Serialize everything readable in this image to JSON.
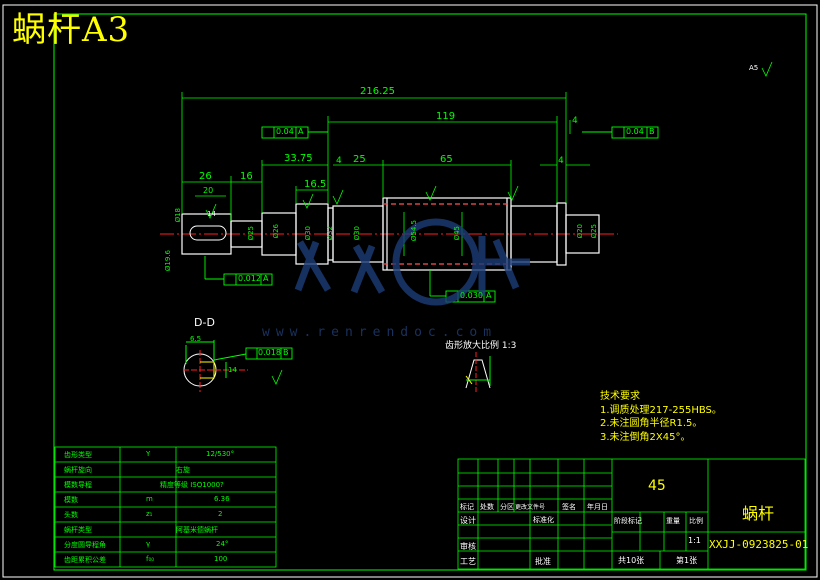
{
  "sheet": {
    "title": "蜗杆A3",
    "roughness_note": "A5"
  },
  "dimensions": {
    "overall_length": "216.25",
    "len_119": "119",
    "len_33_75": "33.75",
    "len_26": "26",
    "len_20": "20",
    "len_16": "16",
    "len_16_5": "16.5",
    "len_25": "25",
    "len_65": "65",
    "len_4a": "4",
    "len_4b": "4",
    "len_4c": "4",
    "dia_left": "Ø18",
    "dia_left_end": "Ø19.6",
    "dia_a": "Ø25",
    "dia_b": "Ø26",
    "dia_c": "Ø30",
    "dia_d": "Ø32",
    "dia_e": "Ø30",
    "dia_worm": "Ø54.5",
    "dia_root": "Ø45",
    "dia_right": "Ø20",
    "dia_right2": "Ø25",
    "key_label": "14",
    "dd_dim1": "6.5",
    "dd_dim2": "14"
  },
  "tolerances": {
    "runout_a": {
      "value": "0.04",
      "datum": "A"
    },
    "runout_b": {
      "value": "0.04",
      "datum": "B"
    },
    "runout_c": {
      "value": "0.012",
      "datum": "A"
    },
    "runout_d": {
      "value": "0.030",
      "datum": "A"
    },
    "sym_dd": {
      "value": "0.018",
      "datum": "B"
    }
  },
  "section": {
    "label": "D-D"
  },
  "detail": {
    "label": "齿形放大比例 1:3"
  },
  "watermark": {
    "text": "www.renrendoc.com"
  },
  "tech_requirements": {
    "heading": "技术要求",
    "items": [
      "1.调质处理217-255HBS。",
      "2.未注圆角半径R1.5。",
      "3.未注倒角2X45°。"
    ]
  },
  "params_table": {
    "rows": [
      {
        "name": "齿形类型",
        "sym": "Y",
        "val": "12/530°"
      },
      {
        "name": "蜗杆旋向",
        "sym": "",
        "val": "右旋"
      },
      {
        "name": "模数导程",
        "sym": "",
        "val": "精度等级 ISO1000?"
      },
      {
        "name": "模数",
        "sym": "m",
        "val": "6.36"
      },
      {
        "name": "头数",
        "sym": "z₁",
        "val": "2"
      },
      {
        "name": "蜗杆类型",
        "sym": "",
        "val": "阿基米德蜗杆"
      },
      {
        "name": "分度圆导程角",
        "sym": "γ",
        "val": "24°"
      },
      {
        "name": "齿距累积公差",
        "sym": "f₀₀",
        "val": "100"
      }
    ]
  },
  "title_block": {
    "material": "45",
    "part_name": "蜗杆",
    "drawing_no": "XXJJ-0923825-01",
    "scale": "1:1",
    "sheet_total": "共10张",
    "sheet_no": "第1张",
    "rev_headers": [
      "标记",
      "处数",
      "分区",
      "更改文件号",
      "签名",
      "年月日"
    ],
    "row_design": "设计",
    "row_standard": "标准化",
    "row_check": "审核",
    "row_process": "工艺",
    "row_approve": "批准",
    "stage_headers": [
      "阶段标记",
      "重量",
      "比例"
    ]
  }
}
